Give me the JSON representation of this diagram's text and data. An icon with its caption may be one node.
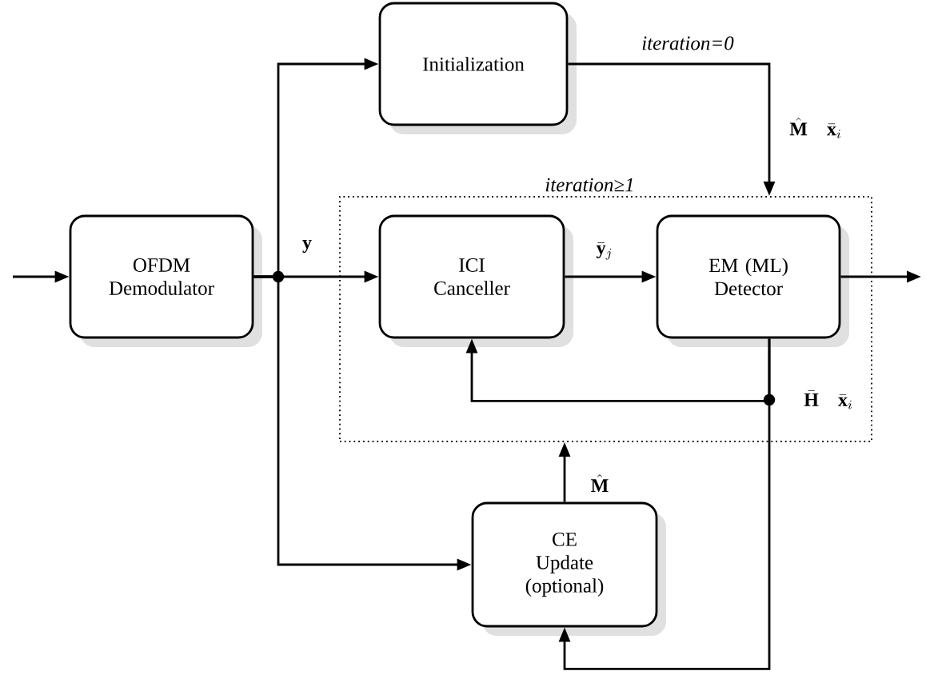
{
  "diagram": {
    "nodes": [
      {
        "text": [
          "OFDM Demodulator"
        ]
      },
      {
        "text": [
          "Initialization"
        ]
      },
      {
        "text": [
          "iteration≥1"
        ]
      },
      {
        "text": [
          "ICI Canceller"
        ],
        "in": 2
      },
      {
        "text": [
          "EM (ML) Detector"
        ],
        "in": 2
      },
      {
        "text": [
          "CE Update (optional)"
        ]
      }
    ],
    "edges": [
      {
        "from": null,
        "to": 0,
        "arrow": "to"
      },
      {
        "from": 0,
        "to": 1,
        "arrow": "to"
      },
      {
        "from": 0,
        "to": 3,
        "arrow": "to",
        "label": "\\mathbf{y}"
      },
      {
        "from": 0,
        "to": 5,
        "arrow": "to"
      },
      {
        "from": 1,
        "to": 2,
        "arrow": "to",
        "label": "iteration=0"
      },
      {
        "from": 3,
        "to": 4,
        "arrow": "to",
        "label": "\\bar{\\mathbf{y}}_{j}"
      },
      {
        "from": 4,
        "to": null,
        "arrow": "to"
      },
      {
        "from": 4,
        "to": 3,
        "arrow": "to",
        "label": "\\bar{\\mathbf{H}}\\quad\\bar{\\mathbf{x}}_{i}"
      },
      {
        "from": 4,
        "to": 5,
        "arrow": "to"
      },
      {
        "from": 5,
        "to": 2,
        "arrow": "to",
        "label": "\\hat{\\mathbf{M}}"
      }
    ],
    "labels": [
      "\\hat{\\mathbf{M}}\\quad\\bar{\\mathbf{x}}_{i}"
    ]
  }
}
